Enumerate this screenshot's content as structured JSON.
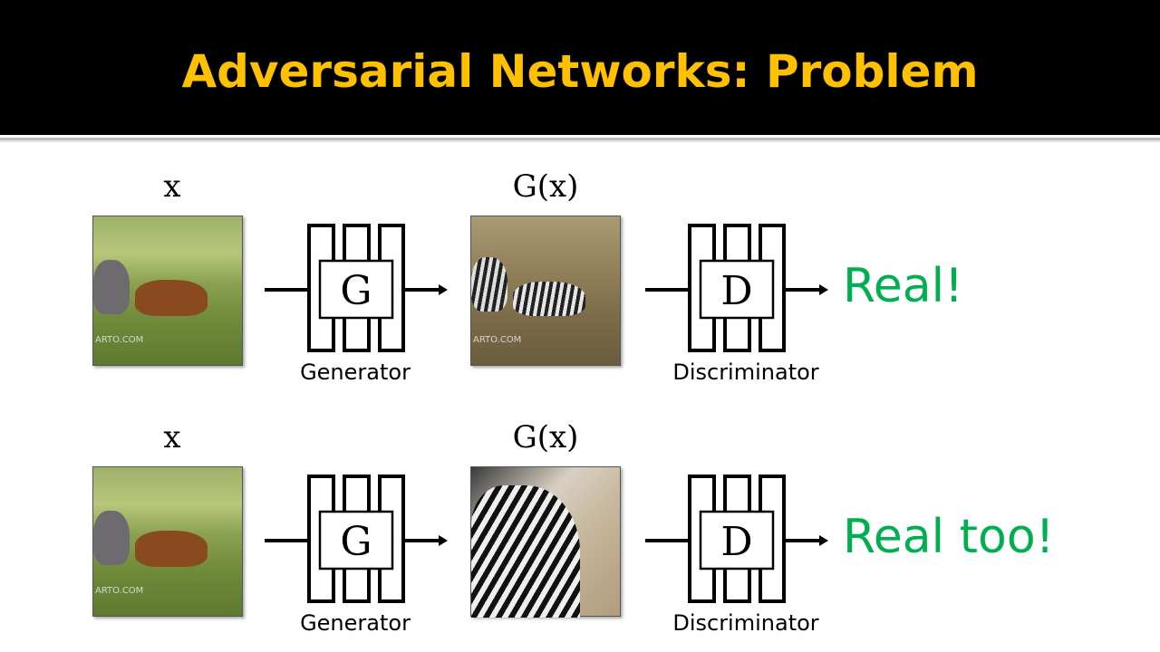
{
  "slide": {
    "title": "Adversarial Networks:  Problem"
  },
  "rows": [
    {
      "input_label": "x",
      "output_label": "G(x)",
      "generator_symbol": "G",
      "generator_caption": "Generator",
      "discriminator_symbol": "D",
      "discriminator_caption": "Discriminator",
      "verdict": "Real!",
      "watermark": "ARTO.COM"
    },
    {
      "input_label": "x",
      "output_label": "G(x)",
      "generator_symbol": "G",
      "generator_caption": "Generator",
      "discriminator_symbol": "D",
      "discriminator_caption": "Discriminator",
      "verdict": "Real too!",
      "watermark": "ARTO.COM"
    }
  ],
  "colors": {
    "title": "#ffc000",
    "verdict": "#00b050",
    "header": "#000000"
  }
}
